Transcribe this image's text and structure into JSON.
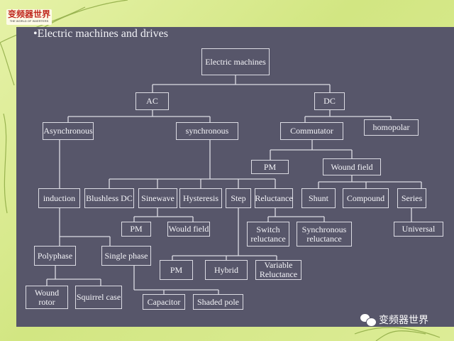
{
  "logo": {
    "cn": "变频器世界",
    "en": "THE WORLD OF INVERTERS"
  },
  "title": "•Electric machines and drives",
  "watermark": "变频器世界",
  "nodes": {
    "root": "Electric machines",
    "ac": "AC",
    "dc": "DC",
    "asynchronous": "Asynchronous",
    "synchronous": "synchronous",
    "commutator": "Commutator",
    "homopolar": "homopolar",
    "dc_pm": "PM",
    "wound_field": "Wound field",
    "induction": "induction",
    "brushless_dc": "Blushless DC",
    "sinewave": "Sinewave",
    "hysteresis": "Hysteresis",
    "step": "Step",
    "reluctance": "Reluctance",
    "shunt": "Shunt",
    "compound": "Compound",
    "series": "Series",
    "sine_pm": "PM",
    "would_field": "Would field",
    "switch_reluctance": "Switch reluctance",
    "sync_reluctance": "Synchronous reluctance",
    "universal": "Universal",
    "polyphase": "Polyphase",
    "single_phase": "Single phase",
    "step_pm": "PM",
    "hybrid": "Hybrid",
    "variable_reluctance": "Variable Reluctance",
    "wound_rotor": "Wound rotor",
    "squirrel_case": "Squirrel case",
    "capacitor": "Capacitor",
    "shaded_pole": "Shaded pole"
  }
}
